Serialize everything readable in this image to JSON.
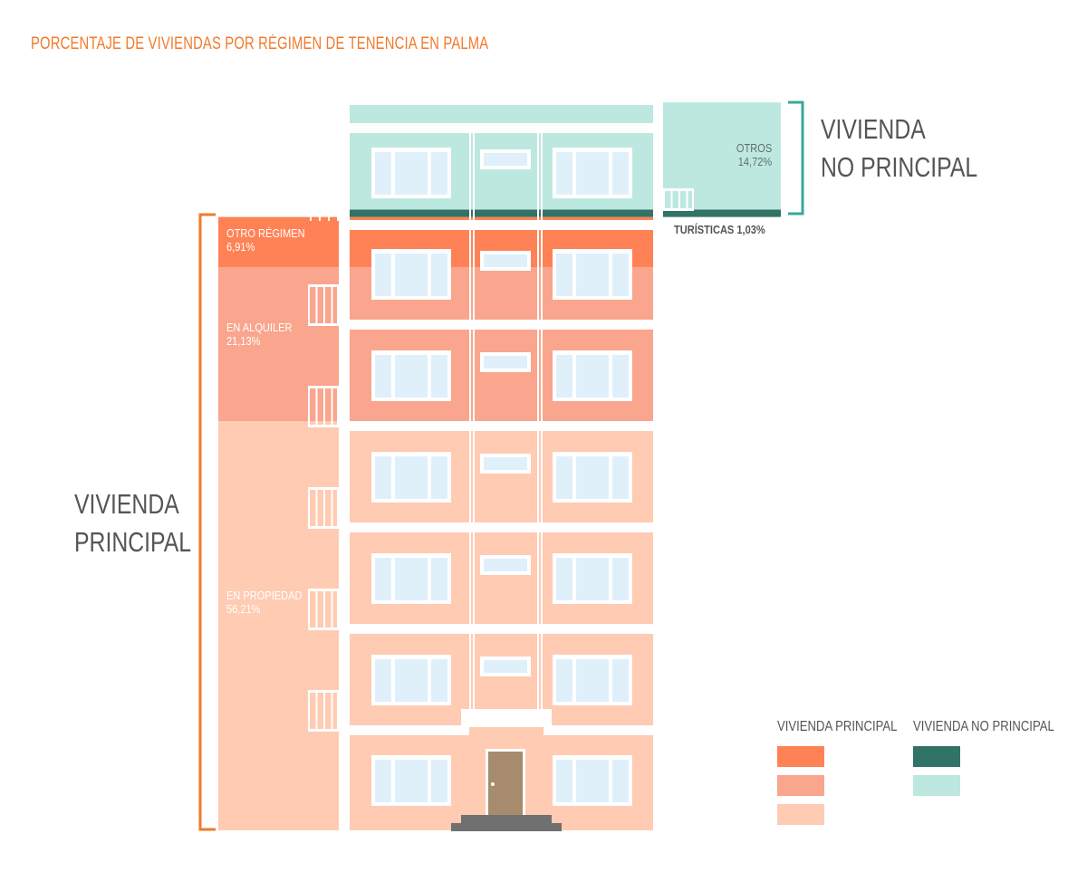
{
  "title": "PORCENTAJE DE VIVIENDAS POR RÉGIMEN DE TENENCIA EN PALMA",
  "groups": {
    "principal": "VIVIENDA PRINCIPAL",
    "principal_line1": "VIVIENDA",
    "principal_line2": "PRINCIPAL",
    "no_principal_line1": "VIVIENDA",
    "no_principal_line2": "NO PRINCIPAL"
  },
  "colors": {
    "otro_regimen": "#ff8256",
    "en_alquiler": "#faa58d",
    "en_propiedad": "#ffcbb3",
    "turisticas": "#317367",
    "otros": "#bde8e0",
    "bracket_principal": "#f27a2b",
    "bracket_no_principal": "#3aa898"
  },
  "chart_data": {
    "type": "bar",
    "subtype": "stacked-100",
    "title": "PORCENTAJE DE VIVIENDAS POR RÉGIMEN DE TENENCIA EN PALMA",
    "unit": "%",
    "ylim": [
      0,
      100
    ],
    "segments": [
      {
        "key": "en_propiedad",
        "name": "EN PROPIEDAD",
        "value": 56.21,
        "value_label": "56,21%",
        "group": "VIVIENDA PRINCIPAL"
      },
      {
        "key": "en_alquiler",
        "name": "EN ALQUILER",
        "value": 21.13,
        "value_label": "21,13%",
        "group": "VIVIENDA PRINCIPAL"
      },
      {
        "key": "otro_regimen",
        "name": "OTRO RÉGIMEN",
        "value": 6.91,
        "value_label": "6,91%",
        "group": "VIVIENDA PRINCIPAL"
      },
      {
        "key": "turisticas",
        "name": "TURÍSTICAS",
        "value": 1.03,
        "value_label": "1,03%",
        "group": "VIVIENDA NO PRINCIPAL"
      },
      {
        "key": "otros",
        "name": "OTROS",
        "value": 14.72,
        "value_label": "14,72%",
        "group": "VIVIENDA NO PRINCIPAL"
      }
    ],
    "legend": [
      {
        "group": "VIVIENDA PRINCIPAL",
        "swatches": [
          "otro_regimen",
          "en_alquiler",
          "en_propiedad"
        ]
      },
      {
        "group": "VIVIENDA NO PRINCIPAL",
        "swatches": [
          "turisticas",
          "otros"
        ]
      }
    ],
    "legend_position": "bottom-right"
  }
}
